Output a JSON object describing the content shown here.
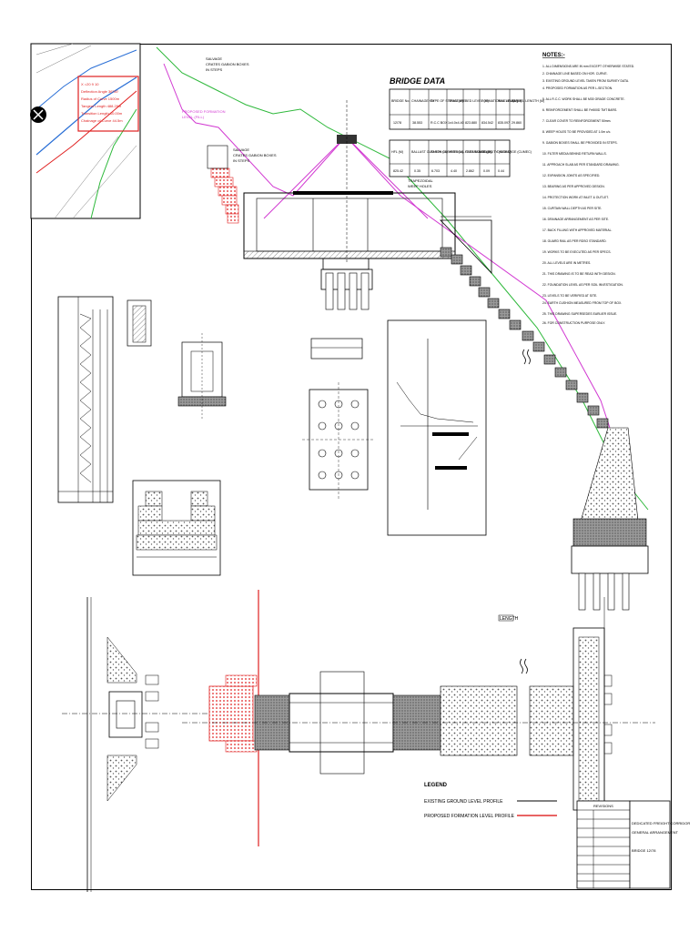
{
  "drawing": {
    "key_plan_box_text": [
      "X =20 9 10",
      "Deflection Angle 36°00'",
      "Radius of Curve 1500m",
      "Tangent Length 488.29m",
      "Transition Length 10.00m",
      "Chainage of Curve 44.5m"
    ],
    "tags": {
      "salvage_crates_top": [
        "SALVAGE",
        "CRATES GABION BOXES",
        "IN STEPS"
      ],
      "salvage_crates_mid": [
        "SALVAGE",
        "CRATES GABION BOXES",
        "IN STEPS"
      ],
      "proposed_fill": [
        "PROPOSED FORMATION",
        "LEVEL (FILL)"
      ],
      "trapezoidal_notch": [
        "TRAPEZOIDAL",
        "WEEP HOLES"
      ]
    },
    "bridge_data": {
      "title": "BRIDGE DATA",
      "table1": {
        "headers": [
          "BRIDGE No.",
          "CHAINAGE KM",
          "TYPE OF STRUCTURE",
          "SPAN (M)",
          "BED LEVEL (M)",
          "FORMATION LEVEL (M)",
          "RAIL LEVEL (M)",
          "BARREL LENGTH (M)"
        ],
        "row": [
          "12/78",
          "38.553",
          "R.C.C BOX",
          "1x4.0x4.40",
          "823.880",
          "834.542",
          "835.097",
          "29.860"
        ]
      },
      "table2": {
        "headers": [
          "HFL (M)",
          "BALLAST CUSHION (M)",
          "EARTH CUSHION (M)",
          "VERTICAL CLEARANCE (M)",
          "FREE BOARD (M)",
          "VELOCITY (M/SEC)",
          "DISCHARGE (CUMEC)"
        ],
        "row": [
          "825.42",
          "0.35",
          "6.703",
          "4.40",
          "2.862",
          "0.09",
          "0.44"
        ]
      }
    },
    "notes": {
      "title": "NOTES:-",
      "items": [
        "1.  ALL DIMENSIONS ARE IN mm EXCEPT OTHERWISE STATED.",
        "2.  CHAINAGE LINE BASED ON HOR. CURVE.",
        "3.  EXISTING GROUND LEVEL TAKEN FROM SURVEY DATA.",
        "4.  PROPOSED FORMATION AS PER L-SECTION.",
        "5.  ALL R.C.C. WORK SHALL BE M30 GRADE CONCRETE.",
        "6.  REINFORCEMENT SHALL BE Fe500D TMT BARS.",
        "7.  CLEAR COVER TO REINFORCEMENT 50mm.",
        "8.  WEEP HOLES TO BE PROVIDED AT 1.0m c/c.",
        "9.  GABION BOXES SHALL BE PROVIDED IN STEPS.",
        "10. FILTER MEDIA BEHIND RETURN WALLS.",
        "11. APPROACH SLAB AS PER STANDARD DRAWING.",
        "12. EXPANSION JOINTS AS SPECIFIED.",
        "13. BEARING AS PER APPROVED DESIGN.",
        "14. PROTECTION WORK AT INLET & OUTLET.",
        "15. CURTAIN WALL DEPTH AS PER SITE.",
        "16. DRAINAGE ARRANGEMENT AS PER SITE.",
        "17. BACK FILLING WITH APPROVED MATERIAL.",
        "18. GUARD RAIL AS PER RDSO STANDARD.",
        "19. WORKS TO BE EXECUTED AS PER SPECS.",
        "20. ALL LEVELS ARE IN METRES.",
        "21. THIS DRAWING IS TO BE READ WITH DESIGN.",
        "22. FOUNDATION LEVEL AS PER SOIL INVESTIGATION.",
        "23. LEVELS TO BE VERIFIED AT SITE.",
        "24. EARTH CUSHION MEASURED FROM TOP OF BOX.",
        "25. THIS DRAWING SUPERSEDES EARLIER ISSUE.",
        "26. FOR CONSTRUCTION PURPOSE ONLY."
      ]
    },
    "legend": {
      "title": "LEGEND",
      "items": [
        {
          "label": "EXISTING GROUND LEVEL PROFILE",
          "color": "#000000"
        },
        {
          "label": "PROPOSED FORMATION LEVEL PROFILE",
          "color": "#e03030"
        }
      ]
    },
    "length_label": "LENGTH",
    "title_block": {
      "header": "REVISIONS",
      "client": "DEDICATED FREIGHT CORRIDOR",
      "project": "GENERAL ARRANGEMENT",
      "drawing_title": "BRIDGE 12/78"
    },
    "colors": {
      "ground_green": "#2db83a",
      "formation_magenta": "#d23ad2",
      "gabion_red": "#e02020",
      "hatch_gray": "#777777",
      "legend_red": "#e03030"
    }
  }
}
